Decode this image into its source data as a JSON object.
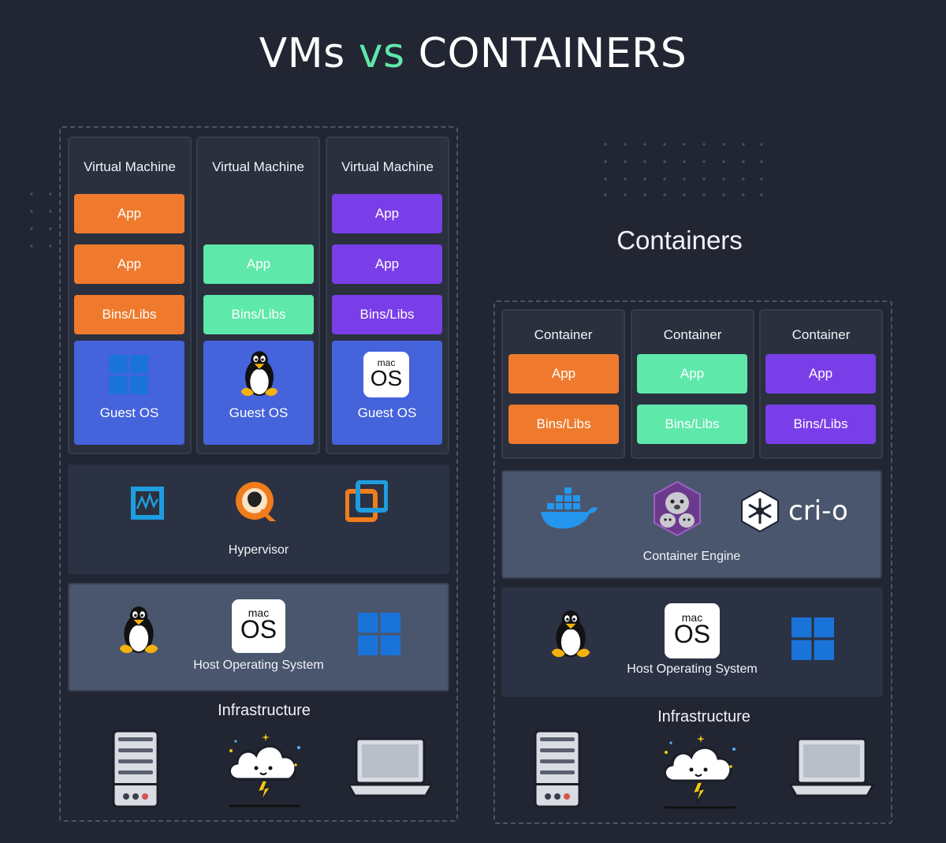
{
  "title": {
    "part1": "VMs",
    "part2": "vs",
    "part3": "CONTAINERS"
  },
  "colors": {
    "orange": "#ef7a2d",
    "green": "#5ee8a9",
    "purple": "#7a3ee8",
    "blue": "#4563db",
    "background": "#222633"
  },
  "vm": {
    "columns": [
      {
        "header": "Virtual Machine",
        "apps": [
          "App",
          "App"
        ],
        "bins": "Bins/Libs",
        "guest_os": "Guest OS",
        "os_icon": "windows-icon"
      },
      {
        "header": "Virtual Machine",
        "apps": [
          "App"
        ],
        "bins": "Bins/Libs",
        "guest_os": "Guest OS",
        "os_icon": "linux-tux-icon"
      },
      {
        "header": "Virtual Machine",
        "apps": [
          "App",
          "App"
        ],
        "bins": "Bins/Libs",
        "guest_os": "Guest OS",
        "os_icon": "macos-icon"
      }
    ],
    "hypervisor": {
      "label": "Hypervisor",
      "icons": [
        "hyperv-icon",
        "qemu-icon",
        "vmware-icon"
      ]
    },
    "host_os": {
      "label": "Host Operating System",
      "mac_small": "mac",
      "mac_big": "OS"
    },
    "infrastructure": {
      "label": "Infrastructure",
      "icons": [
        "server-icon",
        "cloud-icon",
        "laptop-icon"
      ]
    }
  },
  "containers": {
    "section_title": "Containers",
    "columns": [
      {
        "header": "Container",
        "app": "App",
        "bins": "Bins/Libs"
      },
      {
        "header": "Container",
        "app": "App",
        "bins": "Bins/Libs"
      },
      {
        "header": "Container",
        "app": "App",
        "bins": "Bins/Libs"
      }
    ],
    "engine": {
      "label": "Container Engine",
      "crio_text": "cri-o",
      "icons": [
        "docker-icon",
        "podman-icon",
        "crio-icon"
      ]
    },
    "host_os": {
      "label": "Host Operating System",
      "mac_small": "mac",
      "mac_big": "OS"
    },
    "infrastructure": {
      "label": "Infrastructure",
      "icons": [
        "server-icon",
        "cloud-icon",
        "laptop-icon"
      ]
    }
  }
}
